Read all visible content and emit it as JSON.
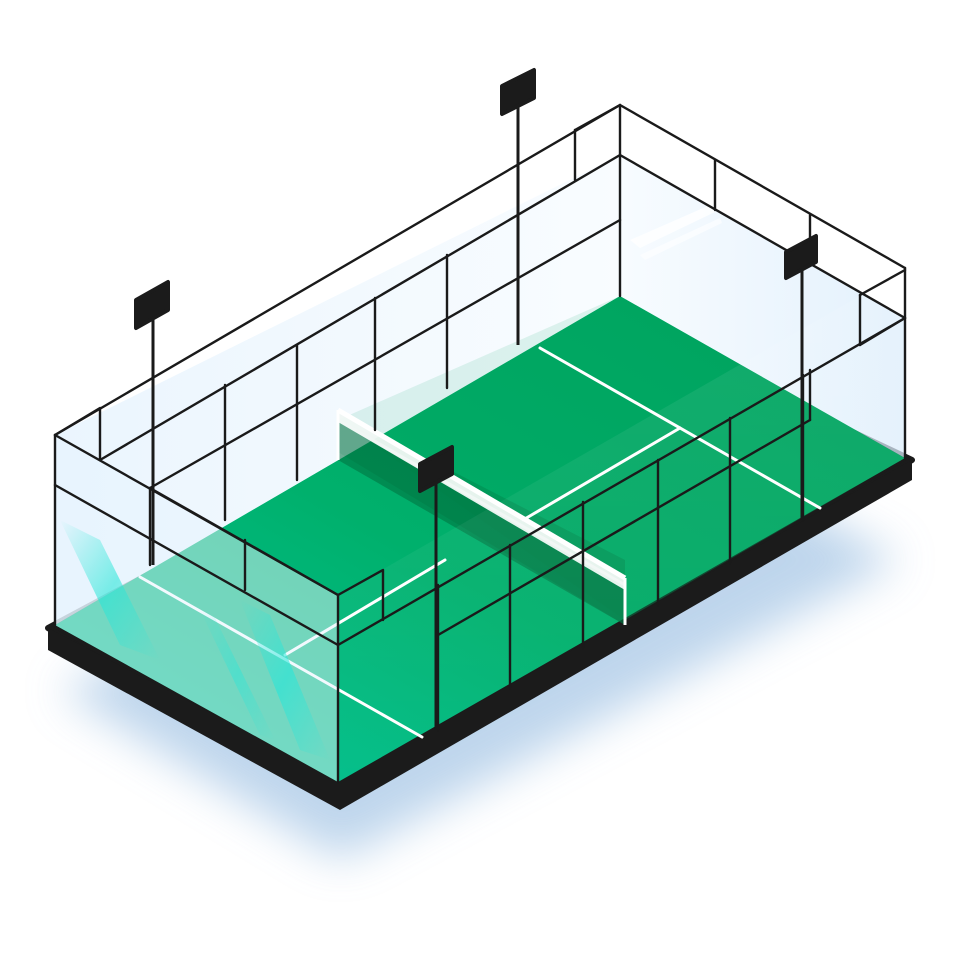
{
  "illustration": {
    "subject": "padel court",
    "view": "isometric",
    "palette": {
      "background": "#ffffff",
      "turf_dark": "#00a35e",
      "turf_light": "#00c28a",
      "turf_mid": "#00b372",
      "base": "#1b1b1b",
      "frame": "#1a1a1a",
      "court_lines": "#ffffff",
      "glass": "#dceefc",
      "glass_highlight": "#ffffff",
      "shadow": "#a9c8e6",
      "reflection_cyan": "#20e0d0",
      "lamp": "#1b1b1b"
    },
    "icons": {
      "floodlight": "floodlight-icon",
      "net": "net-icon"
    },
    "floodlight_count": 4
  }
}
